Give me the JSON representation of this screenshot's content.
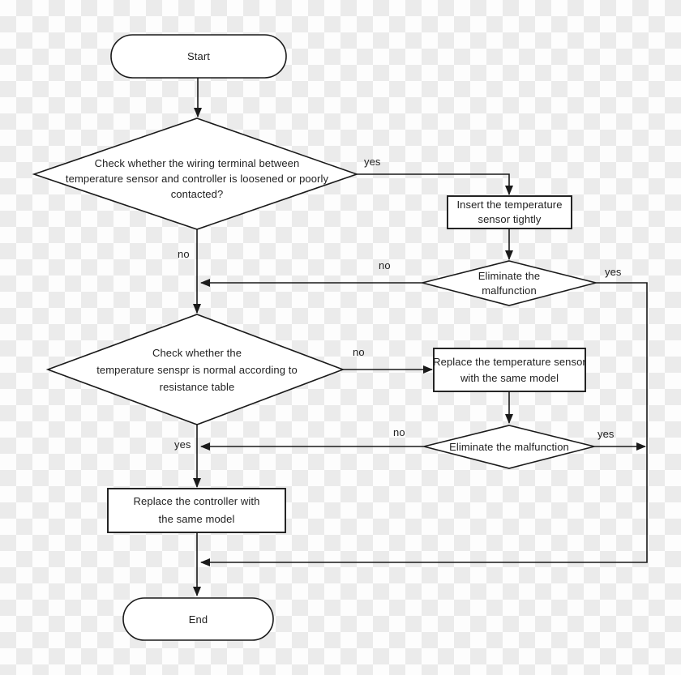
{
  "colors": {
    "stroke": "#1a1a1a",
    "text": "#1f1f1f",
    "node_fill": "#ffffff",
    "checker_light": "#fdfdfd",
    "checker_dark": "#ebebeb"
  },
  "nodes": {
    "start": {
      "type": "terminator",
      "lines": [
        "Start"
      ]
    },
    "decision_wiring": {
      "type": "decision",
      "lines": [
        "Check whether the wiring terminal between",
        "temperature sensor and controller is loosened or poorly",
        "contacted?"
      ]
    },
    "process_insert": {
      "type": "process",
      "lines": [
        "Insert the temperature",
        "sensor tightly"
      ]
    },
    "decision_eliminate1": {
      "type": "decision",
      "lines": [
        "Eliminate the",
        "malfunction"
      ]
    },
    "decision_sensor": {
      "type": "decision",
      "lines": [
        "Check whether the",
        "temperature senspr is normal according to",
        "resistance table"
      ]
    },
    "process_replace_sensor": {
      "type": "process",
      "lines": [
        "Replace the temperature sensor",
        "with the same model"
      ]
    },
    "decision_eliminate2": {
      "type": "decision",
      "lines": [
        "Eliminate the malfunction"
      ]
    },
    "process_replace_controller": {
      "type": "process",
      "lines": [
        "Replace the controller with",
        "the same model"
      ]
    },
    "end": {
      "type": "terminator",
      "lines": [
        "End"
      ]
    }
  },
  "edge_labels": {
    "wiring_yes": "yes",
    "wiring_no": "no",
    "eliminate1_no": "no",
    "eliminate1_yes": "yes",
    "sensor_no": "no",
    "sensor_yes": "yes",
    "eliminate2_no": "no",
    "eliminate2_yes": "yes"
  }
}
